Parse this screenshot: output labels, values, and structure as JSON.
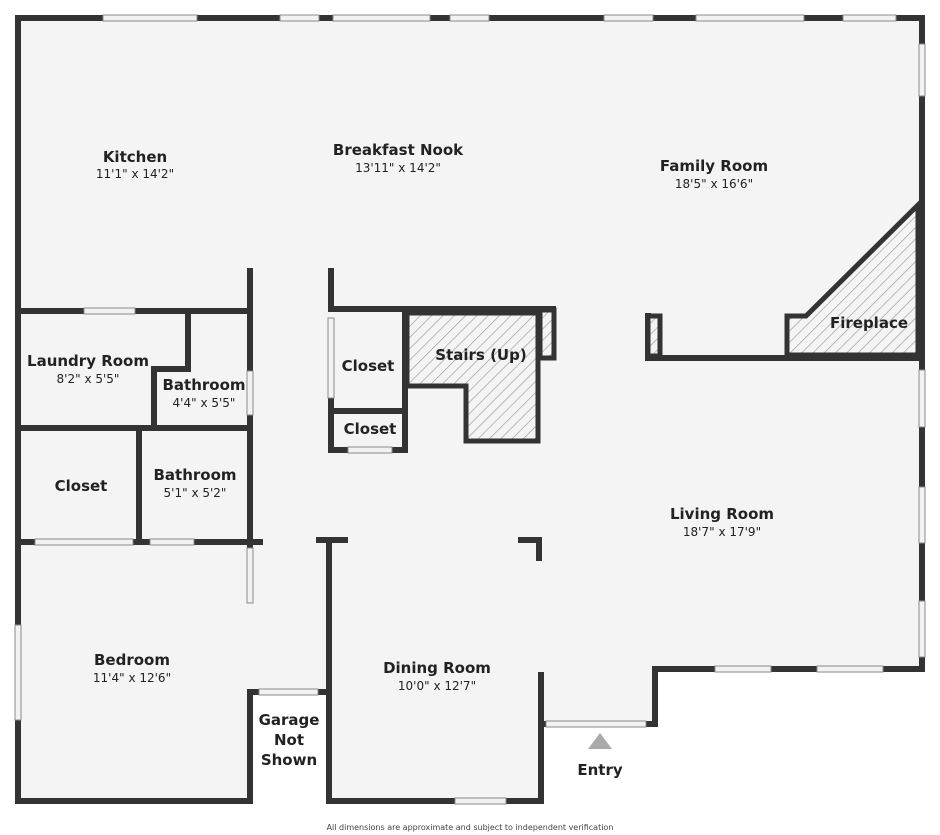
{
  "rooms": {
    "kitchen": {
      "name": "Kitchen",
      "dims": "11'1\" x 14'2\""
    },
    "breakfast_nook": {
      "name": "Breakfast Nook",
      "dims": "13'11\" x 14'2\""
    },
    "family_room": {
      "name": "Family Room",
      "dims": "18'5\" x 16'6\""
    },
    "fireplace": {
      "name": "Fireplace"
    },
    "laundry_room": {
      "name": "Laundry Room",
      "dims": "8'2\" x 5'5\""
    },
    "bathroom_upper": {
      "name": "Bathroom",
      "dims": "4'4\" x 5'5\""
    },
    "closet_left": {
      "name": "Closet"
    },
    "bathroom_lower": {
      "name": "Bathroom",
      "dims": "5'1\" x 5'2\""
    },
    "closet_center_upper": {
      "name": "Closet"
    },
    "closet_center_lower": {
      "name": "Closet"
    },
    "stairs": {
      "name": "Stairs (Up)"
    },
    "living_room": {
      "name": "Living Room",
      "dims": "18'7\" x 17'9\""
    },
    "bedroom": {
      "name": "Bedroom",
      "dims": "11'4\" x 12'6\""
    },
    "dining_room": {
      "name": "Dining Room",
      "dims": "10'0\" x 12'7\""
    },
    "garage": {
      "line1": "Garage",
      "line2": "Not",
      "line3": "Shown"
    }
  },
  "entry": {
    "label": "Entry"
  },
  "disclaimer": "All dimensions are approximate and subject to independent verification",
  "colors": {
    "wall": "#333333",
    "floor": "#f4f4f4",
    "hatch": "#9a9a9a",
    "entry_arrow": "#aaaaaa"
  }
}
